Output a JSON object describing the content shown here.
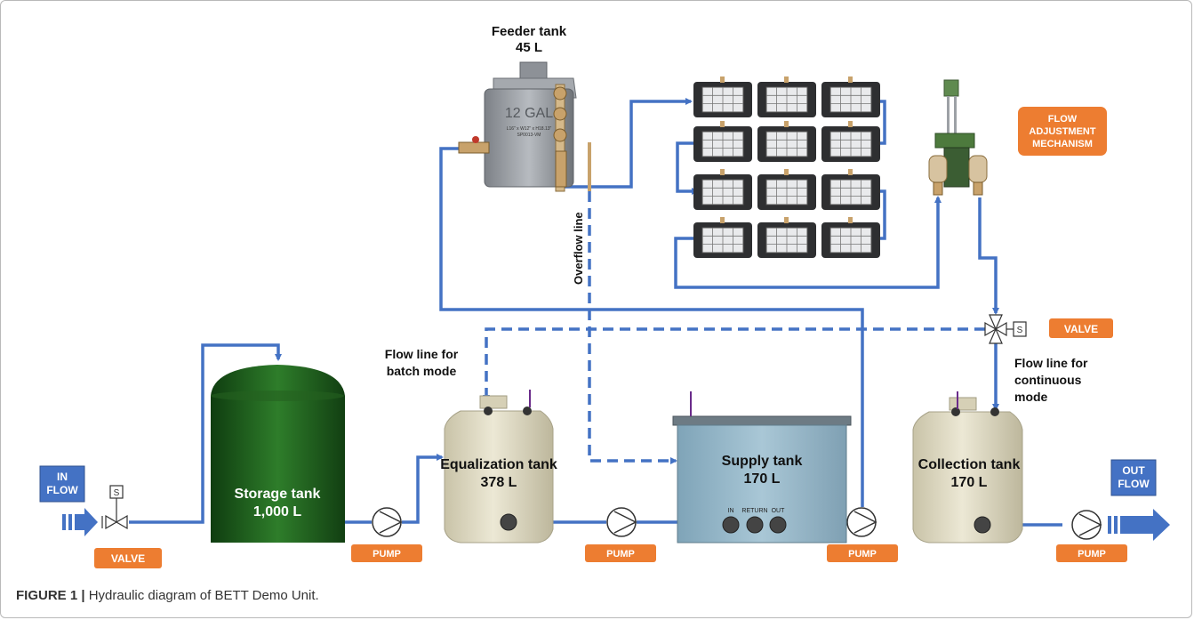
{
  "tanks": {
    "feeder": {
      "name": "Feeder tank",
      "volume": "45 L",
      "body_text": "12 GAL",
      "spec_text": "L16\" x W12\" x H18.13\"",
      "model_text": "SP0013-VM"
    },
    "storage": {
      "name": "Storage tank",
      "volume": "1,000 L"
    },
    "equalization": {
      "name": "Equalization tank",
      "volume": "378 L"
    },
    "supply": {
      "name": "Supply tank",
      "volume": "170 L",
      "port_in": "IN",
      "port_return": "RETURN",
      "port_out": "OUT"
    },
    "collection": {
      "name": "Collection tank",
      "volume": "170 L"
    }
  },
  "badges": {
    "in_flow_1": "IN",
    "in_flow_2": "FLOW",
    "out_flow_1": "OUT",
    "out_flow_2": "FLOW",
    "valve_left": "VALVE",
    "valve_right": "VALVE",
    "pump_1": "PUMP",
    "pump_2": "PUMP",
    "pump_3": "PUMP",
    "pump_4": "PUMP",
    "flow_adj_1": "FLOW",
    "flow_adj_2": "ADJUSTMENT",
    "flow_adj_3": "MECHANISM"
  },
  "labels": {
    "overflow": "Overflow line",
    "batch_1": "Flow line for",
    "batch_2": "batch mode",
    "cont_1": "Flow line for",
    "cont_2": "continuous",
    "cont_3": "mode",
    "solenoid": "S"
  },
  "caption": {
    "prefix": "FIGURE 1 |",
    "text": " Hydraulic diagram of BETT Demo Unit."
  },
  "colors": {
    "flow_line": "#4472c4",
    "badge_orange": "#ed7d31",
    "badge_blue": "#4472c4",
    "storage_green": "#1f5a1f",
    "plastic_tank": "#ddd8c2",
    "supply_tank": "#8fb3c6"
  }
}
